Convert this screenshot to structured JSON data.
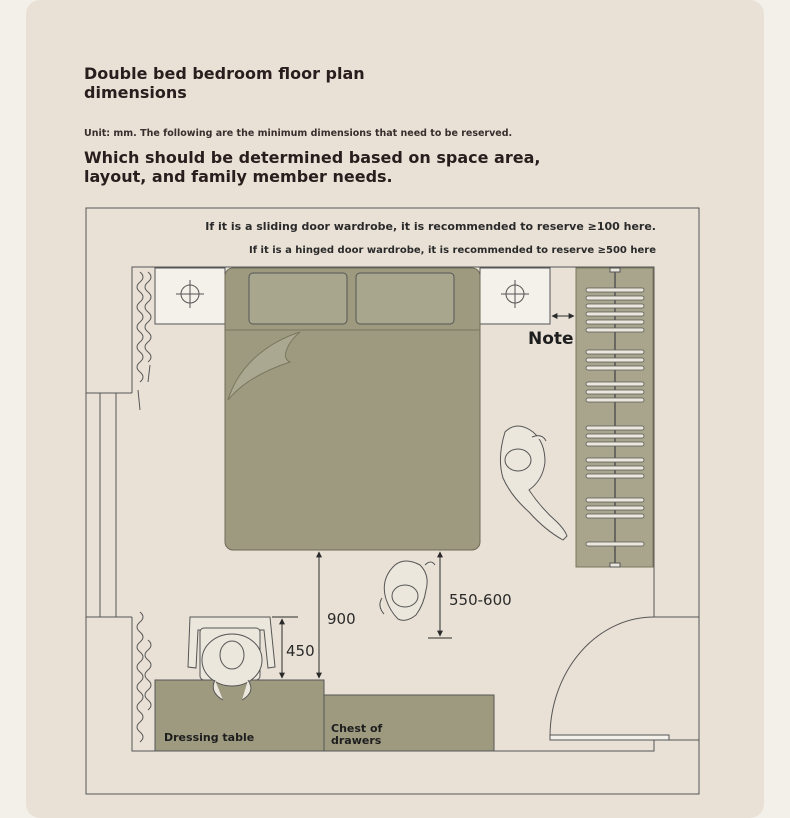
{
  "header": {
    "title": "Double bed bedroom floor plan dimensions",
    "unit_note": "Unit: mm. The following are the minimum dimensions that need to be reserved.",
    "subtitle": "Which should be determined based on space area, layout, and family member needs."
  },
  "plan": {
    "sliding_note": "If it is a sliding door wardrobe, it is recommended to reserve ≥100 here.",
    "hinged_note": "If it is a hinged door wardrobe, it is recommended to reserve ≥500 here",
    "note_label": "Note",
    "dim_bed_to_table": "900",
    "dim_person_space": "550-600",
    "dim_chair_space": "450",
    "dressing_table_label": "Dressing table",
    "chest_label_line1": "Chest of",
    "chest_label_line2": "drawers"
  },
  "colors": {
    "card_bg": "#e9e1d6",
    "bed_fill": "#9d9a80",
    "wardrobe_fill": "#a8a58c",
    "line": "#3a3a3a"
  }
}
